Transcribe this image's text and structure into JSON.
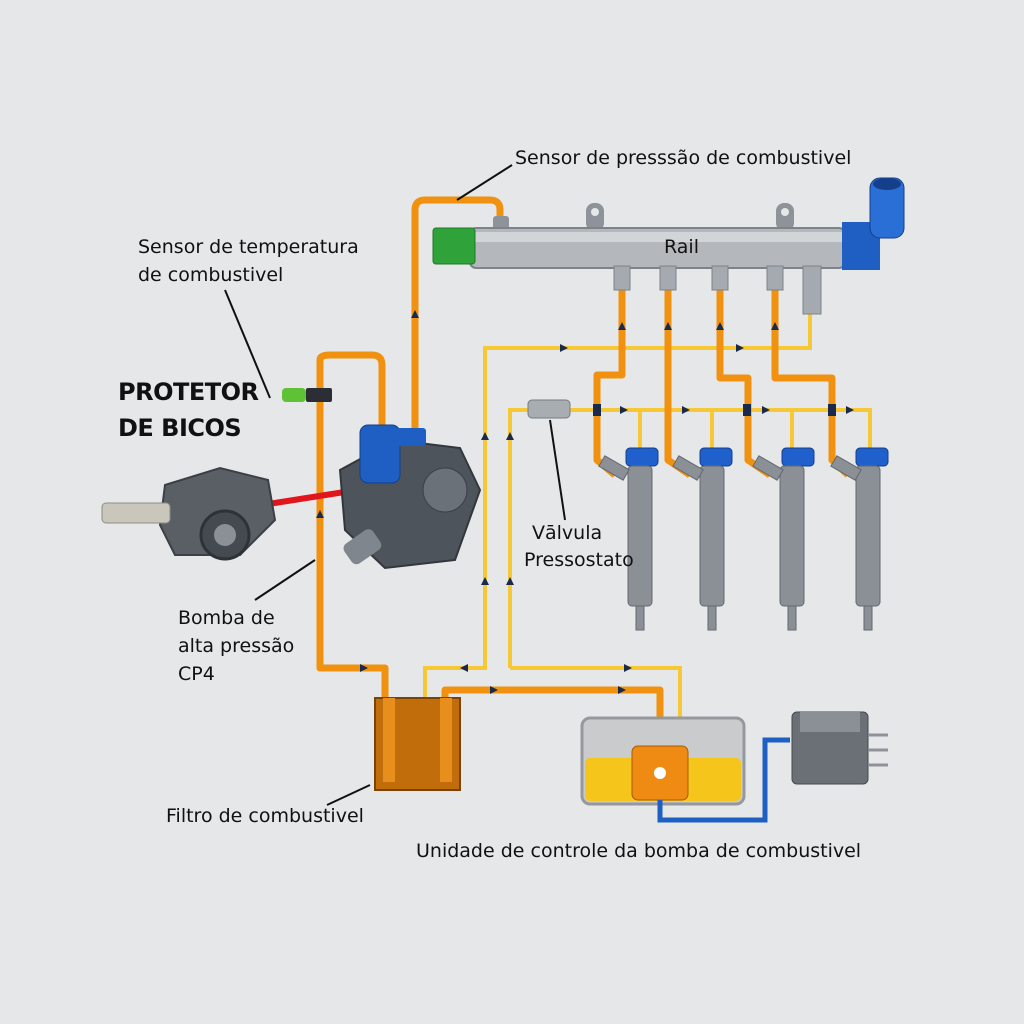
{
  "labels": {
    "pressure_sensor": "Sensor de presssão de combustivel",
    "temp_sensor_line1": "Sensor de temperatura",
    "temp_sensor_line2": "de combustivel",
    "protector_line1": "PROTETOR",
    "protector_line2": "DE BICOS",
    "rail": "Rail",
    "valve_line1": "Vālvula",
    "valve_line2": "Pressostato",
    "pump_line1": "Bomba de",
    "pump_line2": "alta pressão",
    "pump_line3": "CP4",
    "filter": "Filtro de combustivel",
    "control_unit": "Unidade de controle da bomba de combustivel"
  },
  "colors": {
    "background": "#e6e7e9",
    "high_pressure_line": "#f0920f",
    "return_line": "#f7c836",
    "connector_blue": "#1f5fc4",
    "sensor_green": "#2fa33a",
    "protector_link": "#e0161b"
  }
}
